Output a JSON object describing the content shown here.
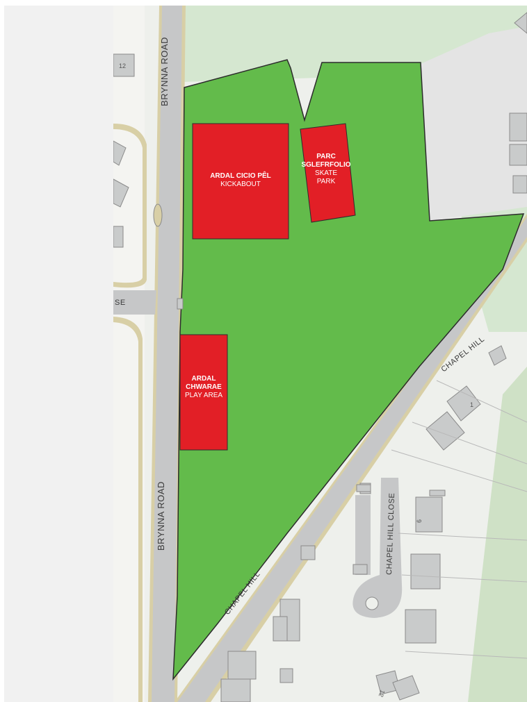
{
  "colors": {
    "park": "#63bb4b",
    "facility": "#e21f26",
    "road": "#c6c7c8",
    "road_edge": "#d8cfa6",
    "ground": "#eef0ec",
    "woodland": "#d5e7d0",
    "building": "#c9cbcb",
    "outline": "#2c2c2c"
  },
  "roads": {
    "brynna_top": "BRYNNA ROAD",
    "brynna_bottom": "BRYNNA ROAD",
    "chapel_hill_upper": "CHAPEL HILL",
    "chapel_hill_lower": "CHAPEL HILL",
    "chapel_hill_close": "CHAPEL HILL CLOSE",
    "partial_left": "SE"
  },
  "facilities": {
    "kickabout": {
      "welsh": "ARDAL CICIO PÊL",
      "english": "KICKABOUT"
    },
    "skate_park": {
      "welsh_line1": "PARC",
      "welsh_line2": "SGLEFRFOLIO",
      "english_line1": "SKATE",
      "english_line2": "PARK"
    },
    "play_area": {
      "welsh_line1": "ARDAL",
      "welsh_line2": "CHWARAE",
      "english": "PLAY AREA"
    }
  },
  "house_numbers": {
    "top_left": "12",
    "chapel_1": "1",
    "chapel_6": "6",
    "bottom_12": "12"
  }
}
